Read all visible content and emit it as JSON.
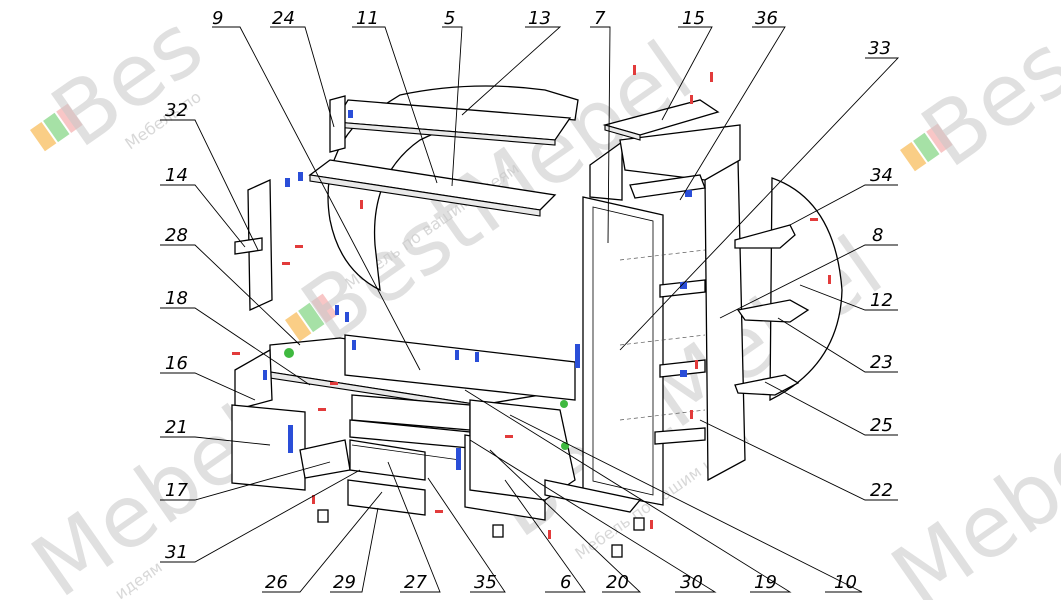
{
  "colors": {
    "pin": "#e23b3b",
    "bracket": "#2a4ed8",
    "handle": "#2a4ed8",
    "hinge": "#3fb93f",
    "logo_orange": "#f5a623",
    "logo_green": "#5cc85c",
    "watermark": "#c8c8c8"
  },
  "watermark": {
    "brand": "BestMebel",
    "short": "Mebel",
    "short_left": "Bes",
    "tagline": "Мебель по вашим идеям",
    "tagline_short": "Мебель по",
    "tagline_tail": "идеям"
  },
  "callouts": [
    {
      "id": "c9",
      "text": "9"
    },
    {
      "id": "c24",
      "text": "24"
    },
    {
      "id": "c11",
      "text": "11"
    },
    {
      "id": "c5",
      "text": "5"
    },
    {
      "id": "c13",
      "text": "13"
    },
    {
      "id": "c7",
      "text": "7"
    },
    {
      "id": "c15",
      "text": "15"
    },
    {
      "id": "c36",
      "text": "36"
    },
    {
      "id": "c33",
      "text": "33"
    },
    {
      "id": "c32",
      "text": "32"
    },
    {
      "id": "c14",
      "text": "14"
    },
    {
      "id": "c28",
      "text": "28"
    },
    {
      "id": "c34",
      "text": "34"
    },
    {
      "id": "c8",
      "text": "8"
    },
    {
      "id": "c12",
      "text": "12"
    },
    {
      "id": "c18",
      "text": "18"
    },
    {
      "id": "c23",
      "text": "23"
    },
    {
      "id": "c16",
      "text": "16"
    },
    {
      "id": "c25",
      "text": "25"
    },
    {
      "id": "c21",
      "text": "21"
    },
    {
      "id": "c22",
      "text": "22"
    },
    {
      "id": "c17",
      "text": "17"
    },
    {
      "id": "c31",
      "text": "31"
    },
    {
      "id": "c26",
      "text": "26"
    },
    {
      "id": "c29",
      "text": "29"
    },
    {
      "id": "c27",
      "text": "27"
    },
    {
      "id": "c35",
      "text": "35"
    },
    {
      "id": "c6",
      "text": "6"
    },
    {
      "id": "c20",
      "text": "20"
    },
    {
      "id": "c30",
      "text": "30"
    },
    {
      "id": "c19",
      "text": "19"
    },
    {
      "id": "c10",
      "text": "10"
    }
  ]
}
